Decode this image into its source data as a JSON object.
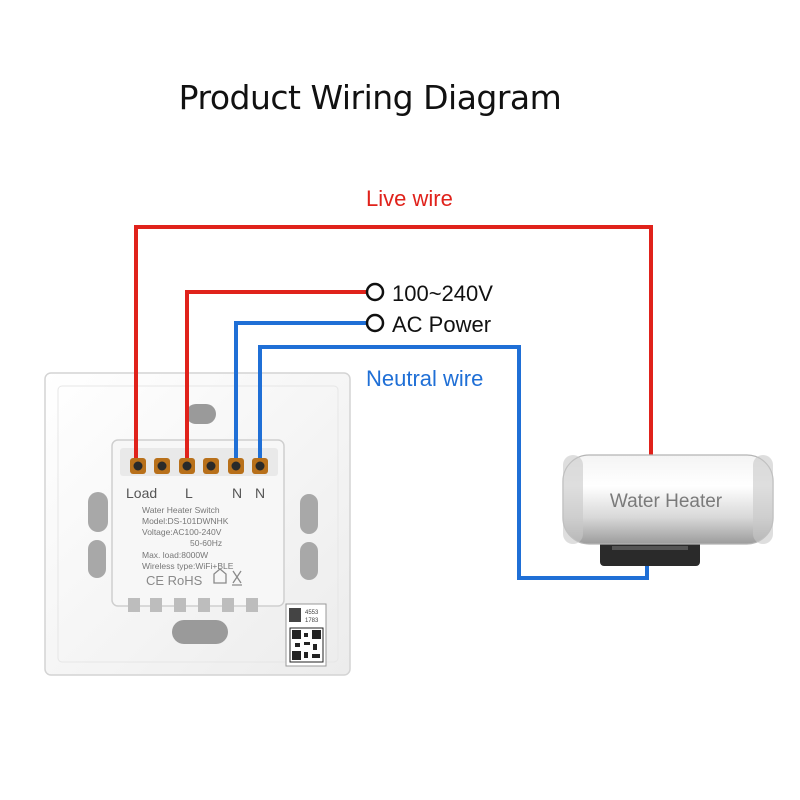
{
  "title": "Product Wiring Diagram",
  "labels": {
    "live_wire": "Live wire",
    "neutral_wire": "Neutral wire",
    "voltage": "100~240V",
    "ac_power": "AC Power"
  },
  "switch": {
    "terminals": {
      "load": "Load",
      "l": "L",
      "n1": "N",
      "n2": "N"
    },
    "label_lines": [
      "Water Heater Switch",
      "Model:DS-101DWNHK",
      "Voltage:AC100-240V",
      "50-60Hz",
      "Max. load:8000W",
      "Wireless type:WiFi+BLE"
    ],
    "cert_marks": "CE RoHS",
    "qr_numbers": [
      "4553",
      "1783"
    ]
  },
  "heater": {
    "label": "Water Heater"
  },
  "colors": {
    "live": "#e0221b",
    "neutral": "#1f6fd6",
    "text": "#111111"
  }
}
